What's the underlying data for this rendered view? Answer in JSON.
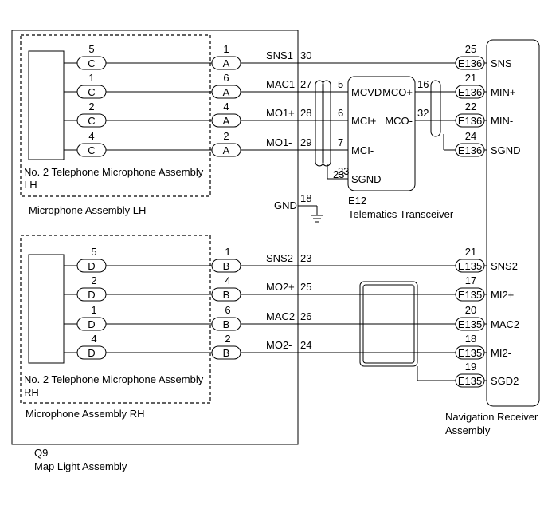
{
  "map_light": {
    "id": "Q9",
    "name": "Map Light Assembly"
  },
  "mic_lh": {
    "inner_name_1": "No. 2 Telephone Microphone Assembly",
    "inner_name_2": "LH",
    "outer_name": "Microphone Assembly LH",
    "left_connector": "C",
    "right_connector": "A",
    "left_pins": [
      "5",
      "1",
      "2",
      "4"
    ],
    "right_pins": [
      "1",
      "6",
      "4",
      "2"
    ]
  },
  "mic_rh": {
    "inner_name_1": "No. 2 Telephone Microphone Assembly",
    "inner_name_2": "RH",
    "outer_name": "Microphone Assembly RH",
    "left_connector": "D",
    "right_connector": "B",
    "left_pins": [
      "5",
      "2",
      "1",
      "4"
    ],
    "right_pins": [
      "1",
      "4",
      "6",
      "2"
    ]
  },
  "lh_wires": [
    {
      "signal": "SNS1",
      "pin": "30"
    },
    {
      "signal": "MAC1",
      "pin": "27"
    },
    {
      "signal": "MO1+",
      "pin": "28"
    },
    {
      "signal": "MO1-",
      "pin": "29"
    }
  ],
  "rh_wires": [
    {
      "signal": "SNS2",
      "pin": "23"
    },
    {
      "signal": "MO2+",
      "pin": "25"
    },
    {
      "signal": "MAC2",
      "pin": "26"
    },
    {
      "signal": "MO2-",
      "pin": "24"
    }
  ],
  "gnd": {
    "label": "GND",
    "pin": "18"
  },
  "transceiver": {
    "id": "E12",
    "name": "Telematics Transceiver",
    "inputs": [
      {
        "pin": "5",
        "label": "MCVD"
      },
      {
        "pin": "6",
        "label": "MCI+"
      },
      {
        "pin": "7",
        "label": "MCI-"
      },
      {
        "pin": "23",
        "label": "SGND"
      }
    ],
    "outputs": [
      {
        "pin": "16",
        "label": "MCO+"
      },
      {
        "pin": "32",
        "label": "MCO-"
      }
    ]
  },
  "nav_receiver": {
    "name_1": "Navigation Receiver",
    "name_2": "Assembly",
    "top_pins": [
      {
        "pin": "25",
        "connector": "E136",
        "label": "SNS"
      },
      {
        "pin": "21",
        "connector": "E136",
        "label": "MIN+"
      },
      {
        "pin": "22",
        "connector": "E136",
        "label": "MIN-"
      },
      {
        "pin": "24",
        "connector": "E136",
        "label": "SGND"
      }
    ],
    "bottom_pins": [
      {
        "pin": "21",
        "connector": "E135",
        "label": "SNS2"
      },
      {
        "pin": "17",
        "connector": "E135",
        "label": "MI2+"
      },
      {
        "pin": "20",
        "connector": "E135",
        "label": "MAC2"
      },
      {
        "pin": "18",
        "connector": "E135",
        "label": "MI2-"
      },
      {
        "pin": "19",
        "connector": "E135",
        "label": "SGD2"
      }
    ]
  }
}
